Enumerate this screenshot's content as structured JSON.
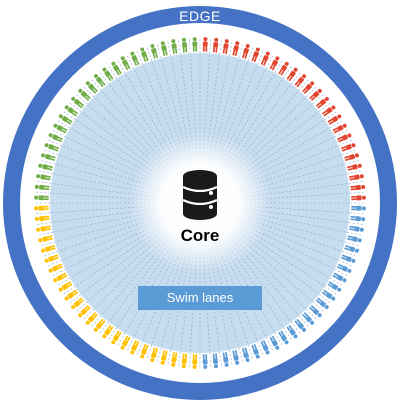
{
  "diagram": {
    "edge_label": "EDGE",
    "core_label": "Core",
    "swim_lanes_label": "Swim lanes",
    "core_icon": "database-icon",
    "person_icon": "person-icon",
    "colors": {
      "edge_ring": "#4472c4",
      "inner_disc": "#c6dcef",
      "core_glow": "#ffffff",
      "lane_lines": "#8aa9c8",
      "swim_box": "#5b9bd5",
      "database": "#1a1a1a"
    },
    "user_groups": [
      {
        "name": "green",
        "color": "#70ad47"
      },
      {
        "name": "red",
        "color": "#e2452f"
      },
      {
        "name": "blue",
        "color": "#5b9bd5"
      },
      {
        "name": "yellow",
        "color": "#ffc000"
      }
    ]
  }
}
